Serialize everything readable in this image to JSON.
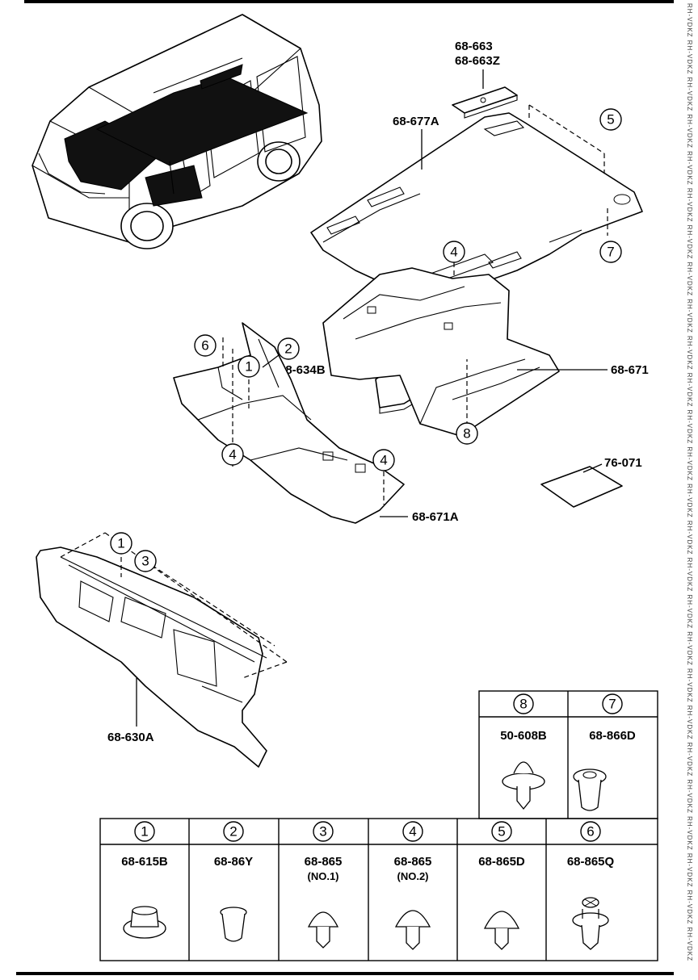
{
  "labels": {
    "top_part_a": "68-663",
    "top_part_b": "68-663Z",
    "floor_mat": "68-677A",
    "insulator_pad": "68-634B",
    "rear_floor": "68-671",
    "front_floor": "68-671A",
    "dash_insulator": "68-630A",
    "small_sheet": "76-071"
  },
  "callouts": [
    "1",
    "2",
    "3",
    "4",
    "5",
    "6",
    "7",
    "8"
  ],
  "fastener_table_top": [
    {
      "num": "8",
      "part": "50-608B",
      "icon": "push-clip-icon"
    },
    {
      "num": "7",
      "part": "68-866D",
      "icon": "screw-grommet-icon"
    }
  ],
  "fastener_table_bottom": [
    {
      "num": "1",
      "part": "68-615B",
      "sub": "",
      "icon": "nut-clip-icon"
    },
    {
      "num": "2",
      "part": "68-86Y",
      "sub": "",
      "icon": "grommet-icon"
    },
    {
      "num": "3",
      "part": "68-865",
      "sub": "(NO.1)",
      "icon": "push-clip-icon"
    },
    {
      "num": "4",
      "part": "68-865",
      "sub": "(NO.2)",
      "icon": "push-clip-icon"
    },
    {
      "num": "5",
      "part": "68-865D",
      "sub": "",
      "icon": "push-clip-icon"
    },
    {
      "num": "6",
      "part": "68-865Q",
      "sub": "",
      "icon": "screw-clip-icon"
    }
  ],
  "margin_strip": "RH-VDKZ RH-VDKZ RH-VDKZ RH-VDKZ RH-VDKZ RH-VDKZ RH-VDKZ RH-VDKZ RH-VDKZ RH-VDKZ RH-VDKZ RH-VDKZ RH-VDKZ RH-VDKZ RH-VDKZ RH-VDKZ RH-VDKZ RH-VDKZ RH-VDKZ RH-VDKZ RH-VDKZ RH-VDKZ RH-VDKZ RH-VDKZ RH-VDKZ RH-VDKZ RH-VDKZ RH-VDKZ RH-VDKZ RH-VDKZ RH-VDKZ RH-VDKZ RH-VDKZ RH-VDKZ RH-VDKZ RH-VDKZ"
}
